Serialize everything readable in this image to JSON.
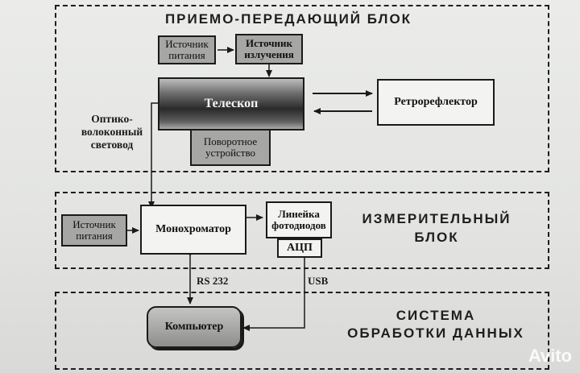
{
  "blocks": {
    "transceiver_title": "ПРИЕМО-ПЕРЕДАЮЩИЙ БЛОК",
    "measuring_title_1": "ИЗМЕРИТЕЛЬНЫЙ",
    "measuring_title_2": "БЛОК",
    "processing_title_1": "СИСТЕМА",
    "processing_title_2": "ОБРАБОТКИ ДАННЫХ"
  },
  "nodes": {
    "power_source_top_1": "Источник",
    "power_source_top_2": "питания",
    "emission_source_1": "Источник",
    "emission_source_2": "излучения",
    "telescope": "Телескоп",
    "rotary_device_1": "Поворотное",
    "rotary_device_2": "устройство",
    "retroreflector": "Ретрорефлектор",
    "optical_fiber_1": "Оптико-",
    "optical_fiber_2": "волоконный",
    "optical_fiber_3": "световод",
    "power_source_bottom_1": "Источник",
    "power_source_bottom_2": "питания",
    "monochromator": "Монохроматор",
    "photodiode_array_1": "Линейка",
    "photodiode_array_2": "фотодиодов",
    "adc": "АЦП",
    "computer": "Компьютер"
  },
  "links": {
    "rs232": "RS 232",
    "usb": "USB"
  },
  "watermark": "Avito"
}
